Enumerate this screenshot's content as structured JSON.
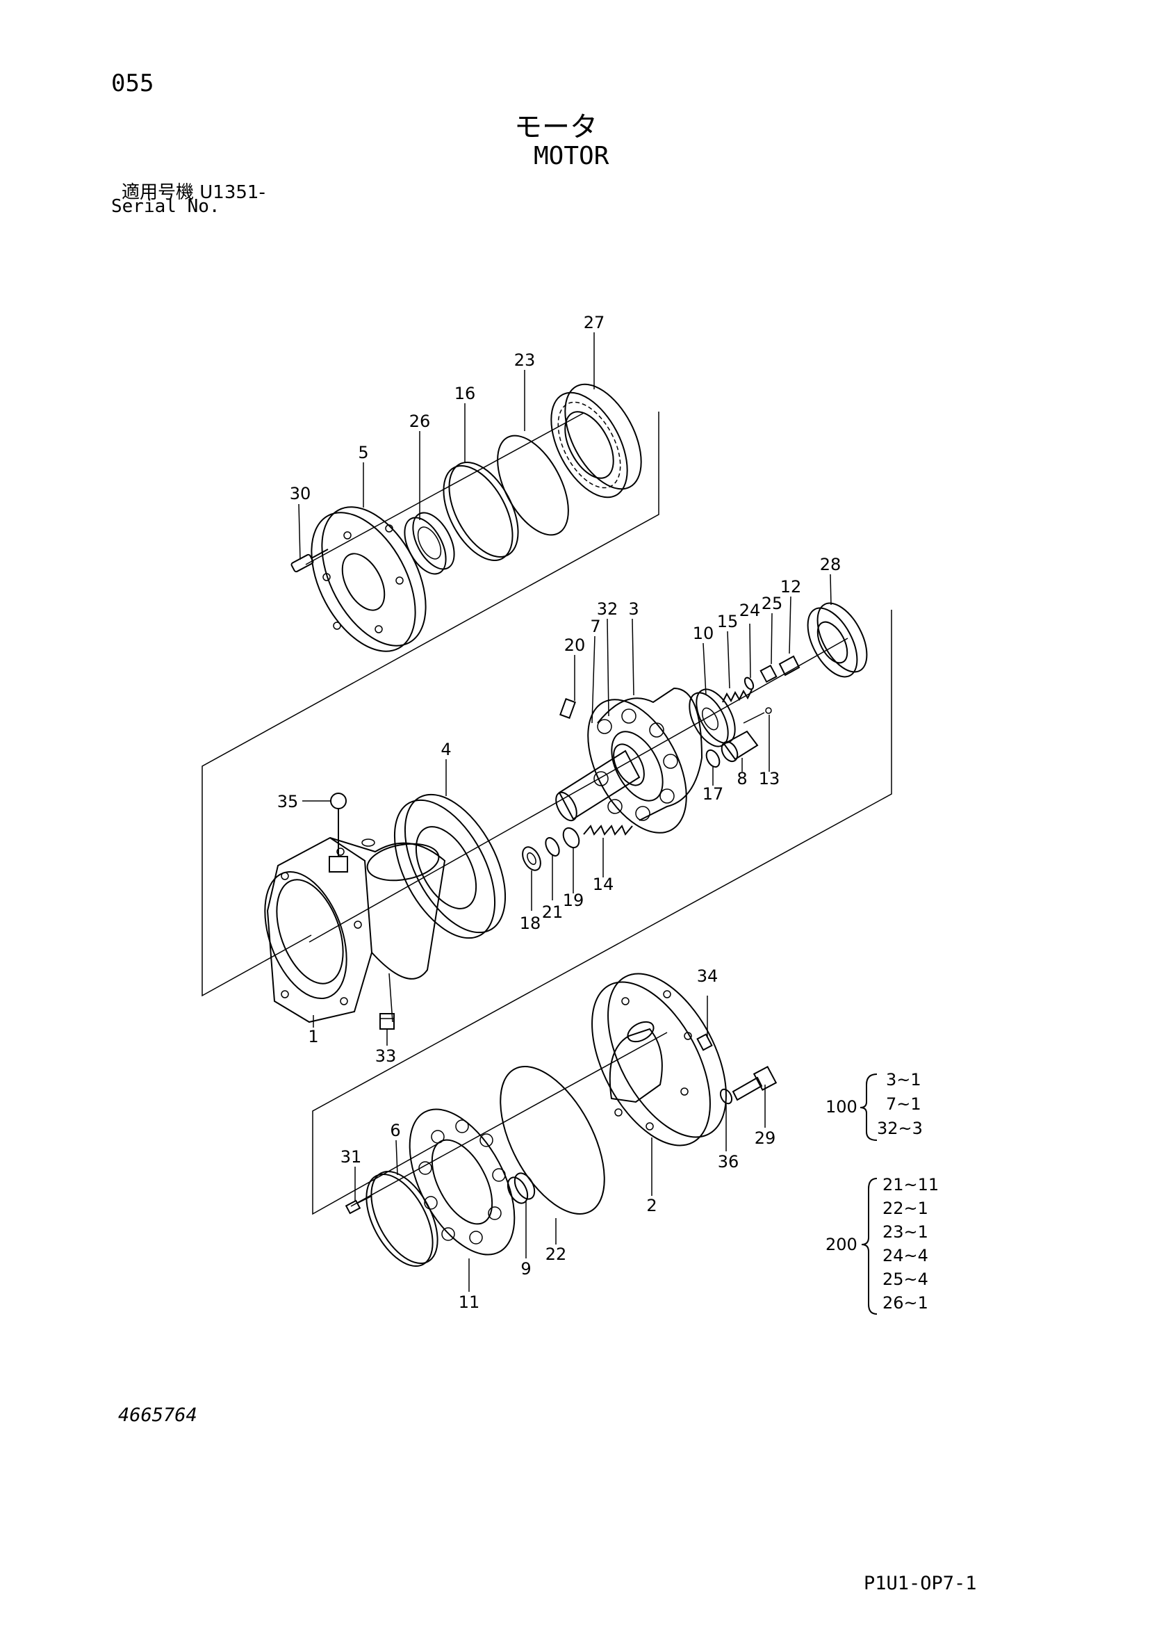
{
  "header": {
    "page_number": "055",
    "title_jp": "モータ",
    "title_en": "MOTOR",
    "serial_label_jp": "適用号機  U1351-",
    "serial_label_en": "Serial No."
  },
  "footer": {
    "drawing_number": "4665764",
    "page_code": "P1U1-OP7-1"
  },
  "callouts": [
    "1",
    "2",
    "3",
    "4",
    "5",
    "6",
    "7",
    "8",
    "9",
    "10",
    "11",
    "12",
    "13",
    "14",
    "15",
    "16",
    "17",
    "18",
    "19",
    "20",
    "21",
    "22",
    "23",
    "24",
    "25",
    "26",
    "27",
    "28",
    "29",
    "30",
    "31",
    "32",
    "33",
    "34",
    "35",
    "36"
  ],
  "kits": [
    {
      "id": "100",
      "items": [
        "3~1",
        "7~1",
        "32~3"
      ]
    },
    {
      "id": "200",
      "items": [
        "21~11",
        "22~1",
        "23~1",
        "24~4",
        "25~4",
        "26~1"
      ]
    }
  ]
}
